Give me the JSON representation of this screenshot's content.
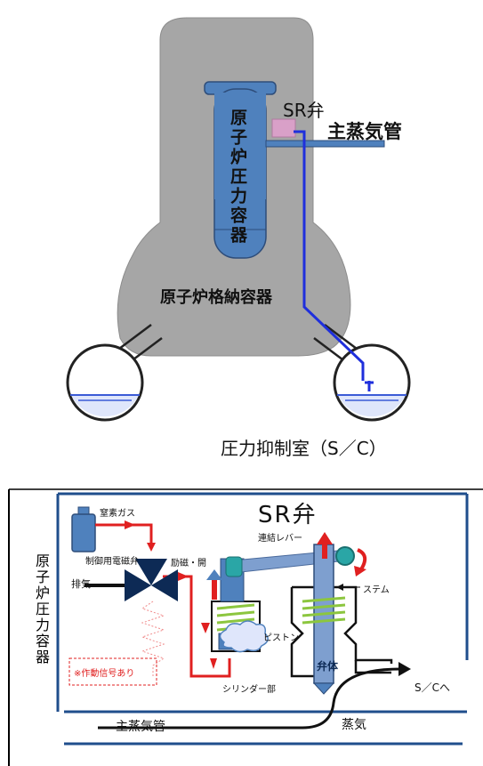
{
  "top": {
    "rpv_label": "原子炉圧力容器",
    "sr_valve_label": "SR弁",
    "main_steam_label": "主蒸気管",
    "pcv_label": "原子炉格納容器",
    "suppression_label": "圧力抑制室（S／C）"
  },
  "bottom": {
    "title": "SR弁",
    "rpv_label": "原子炉圧力容器",
    "nitrogen": "窒素ガス",
    "solenoid": "制御用電磁弁",
    "exhaust": "排気",
    "excite_open": "励磁・開",
    "signal": "※作動信号あり",
    "piston": "ピストン",
    "cylinder": "シリンダー部",
    "link_lever": "連結レバー",
    "stem": "ステム",
    "valve_body": "弁体",
    "to_sc": "S／Cへ",
    "main_steam": "主蒸気管",
    "steam": "蒸気"
  },
  "colors": {
    "containment": "#a6a6a6",
    "rpv_fill": "#4f81bd",
    "pipe_blue": "#1f2fdc",
    "water": "#3b5bd6",
    "sr_pink": "#d9a0c8",
    "air_red": "#e02020",
    "lever": "#7e9fcf",
    "teal": "#2aa6a6",
    "spring": "#8cc63f"
  }
}
